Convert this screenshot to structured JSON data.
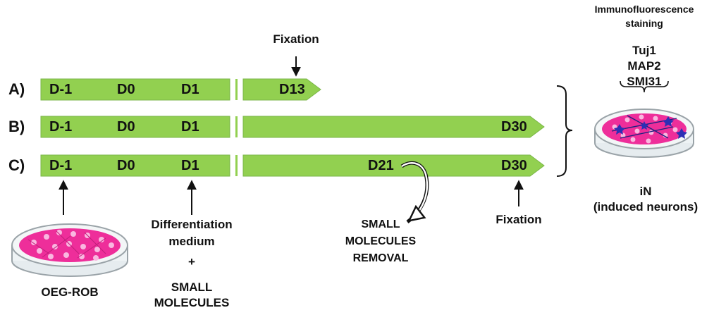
{
  "rows": [
    {
      "label": "A)",
      "days": [
        "D-1",
        "D0",
        "D1",
        "D13"
      ]
    },
    {
      "label": "B)",
      "days": [
        "D-1",
        "D0",
        "D1",
        "D30"
      ]
    },
    {
      "label": "C)",
      "days": [
        "D-1",
        "D0",
        "D1",
        "D21",
        "D30"
      ]
    }
  ],
  "annotations": {
    "fixation_top": "Fixation",
    "fixation_bottom": "Fixation",
    "differentiation_medium": [
      "Differentiation",
      "medium"
    ],
    "plus": "+",
    "small_molecules": [
      "SMALL",
      "MOLECULES"
    ],
    "small_molecules_removal": [
      "SMALL",
      "MOLECULES",
      "REMOVAL"
    ],
    "oeg_rob": "OEG-ROB",
    "immunofluorescence": [
      "Immunofluorescence",
      "staining"
    ],
    "markers": [
      "Tuj1",
      "MAP2",
      "SMI31"
    ],
    "in_label": [
      "iN",
      "(induced neurons)"
    ]
  },
  "colors": {
    "bar_fill": "#92d050",
    "bar_stroke": "#7ab648",
    "cell_pink": "#ee2e9a",
    "cell_spot": "#f9b8e0",
    "neuron_blue": "#2d2fb4",
    "dish_edge": "#9aa3a8"
  }
}
